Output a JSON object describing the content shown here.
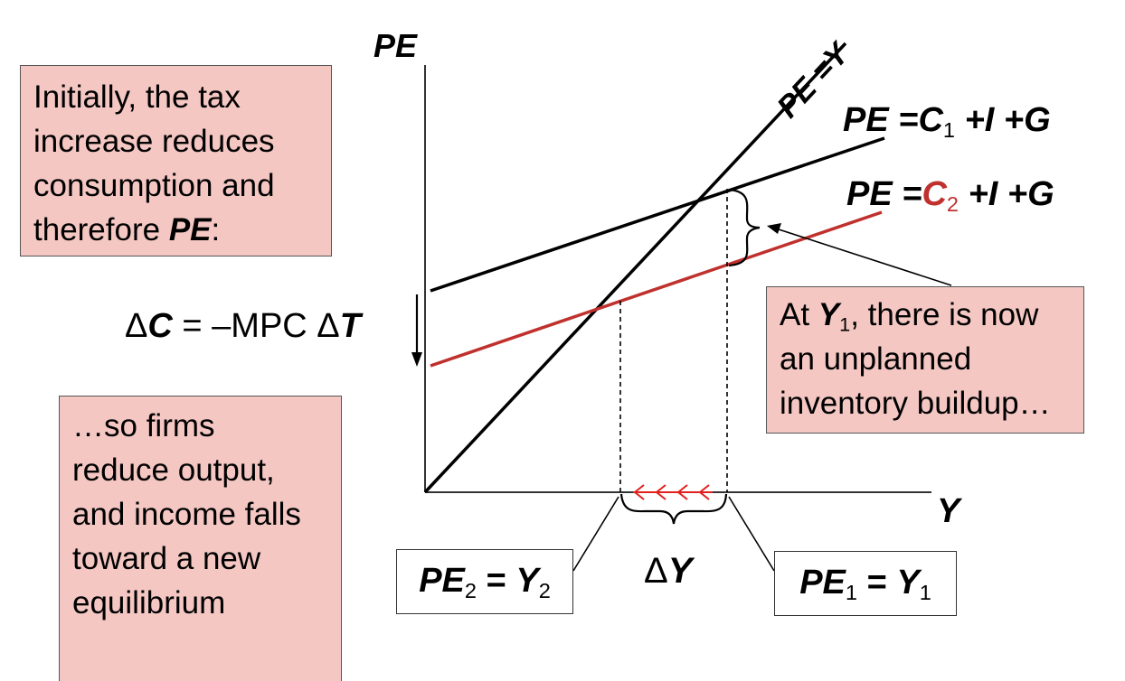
{
  "axes": {
    "y_label": "PE",
    "x_label": "Y"
  },
  "lines": {
    "pe_y_label": "PE =Y",
    "pe1": {
      "pe": "PE",
      "eq": "=",
      "c": "C",
      "c_sub": "1",
      "rest": "+I +G"
    },
    "pe2": {
      "pe": "PE",
      "eq": "=",
      "c": "C",
      "c_sub": "2",
      "rest": "+I +G"
    }
  },
  "delta_c": {
    "delta": "Δ",
    "c": "C",
    "mid": " = –MPC ",
    "delta2": "Δ",
    "t": "T"
  },
  "delta_y": {
    "delta": "Δ",
    "y": "Y"
  },
  "box_initial": {
    "line1": "Initially, the tax",
    "line2": "increase reduces",
    "line3": "consumption and",
    "line4": "therefore ",
    "bold": "PE",
    "end": ":"
  },
  "box_inventory": {
    "pre": "At ",
    "y": "Y",
    "sub": "1",
    "post": ", there is now",
    "line2": "an unplanned",
    "line3": "inventory buildup…"
  },
  "box_firms": {
    "line1": "…so firms",
    "line2": "reduce output,",
    "line3": "and income falls",
    "line4": "toward a new",
    "line5": "equilibrium"
  },
  "label_pe2": {
    "pe": "PE",
    "pe_sub": "2",
    "eq": " = ",
    "y": "Y",
    "y_sub": "2"
  },
  "label_pe1": {
    "pe": "PE",
    "pe_sub": "1",
    "eq": " = ",
    "y": "Y",
    "y_sub": "1"
  },
  "colors": {
    "line_black": "#000000",
    "line_red": "#c0312e",
    "box_fill": "#f4c7c3",
    "arrow_red": "#e0211f"
  }
}
